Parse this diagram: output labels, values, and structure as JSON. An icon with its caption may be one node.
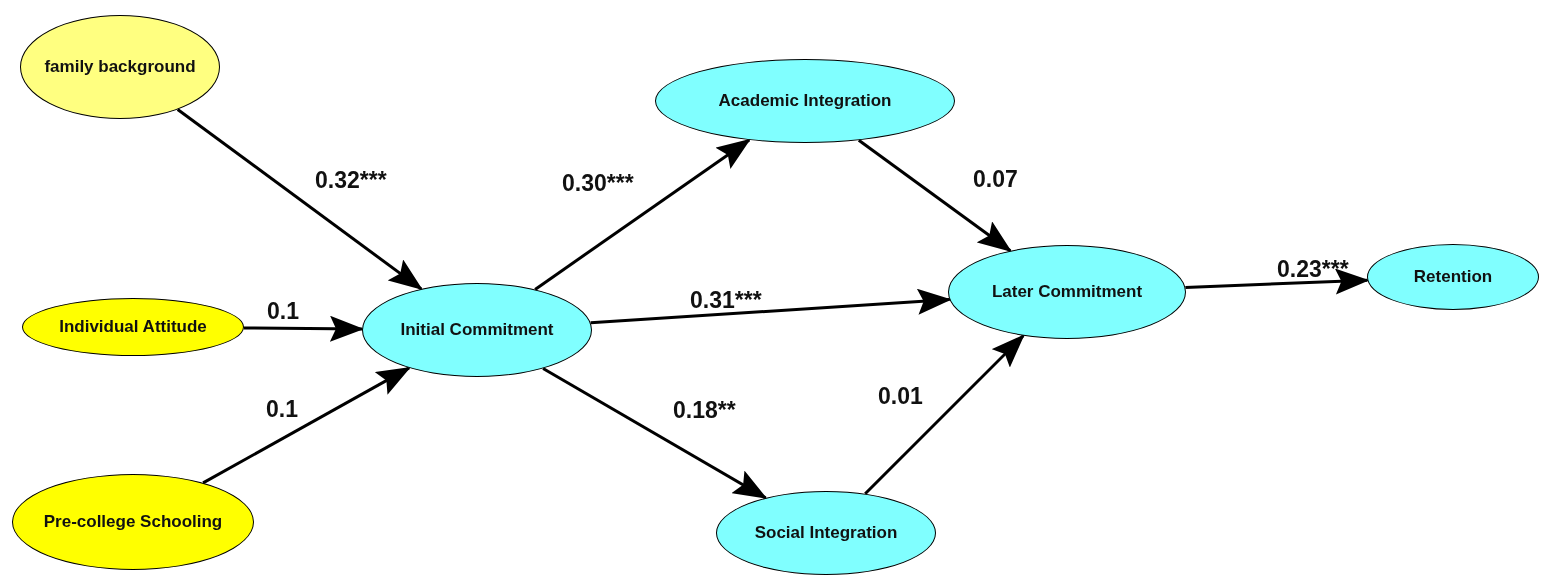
{
  "diagram": {
    "nodes": [
      {
        "text": [
          "family background"
        ]
      },
      {
        "text": [
          "Individual Attitude"
        ]
      },
      {
        "text": [
          "Pre-college Schooling"
        ]
      },
      {
        "text": [
          "Initial Commitment"
        ]
      },
      {
        "text": [
          "Academic Integration"
        ]
      },
      {
        "text": [
          "Later Commitment"
        ]
      },
      {
        "text": [
          "Social Integration"
        ]
      },
      {
        "text": [
          "Retention"
        ]
      }
    ],
    "edges": [
      {
        "from": 0,
        "to": 3,
        "arrow": "to",
        "label": "0.32***"
      },
      {
        "from": 1,
        "to": 3,
        "arrow": "to",
        "label": "0.1"
      },
      {
        "from": 2,
        "to": 3,
        "arrow": "to",
        "label": "0.1"
      },
      {
        "from": 3,
        "to": 4,
        "arrow": "to",
        "label": "0.30***"
      },
      {
        "from": 3,
        "to": 5,
        "arrow": "to",
        "label": "0.31***"
      },
      {
        "from": 3,
        "to": 6,
        "arrow": "to",
        "label": "0.18**"
      },
      {
        "from": 4,
        "to": 5,
        "arrow": "to",
        "label": "0.07"
      },
      {
        "from": 6,
        "to": 5,
        "arrow": "to",
        "label": "0.01"
      },
      {
        "from": 5,
        "to": 7,
        "arrow": "to",
        "label": "0.23***"
      }
    ]
  }
}
